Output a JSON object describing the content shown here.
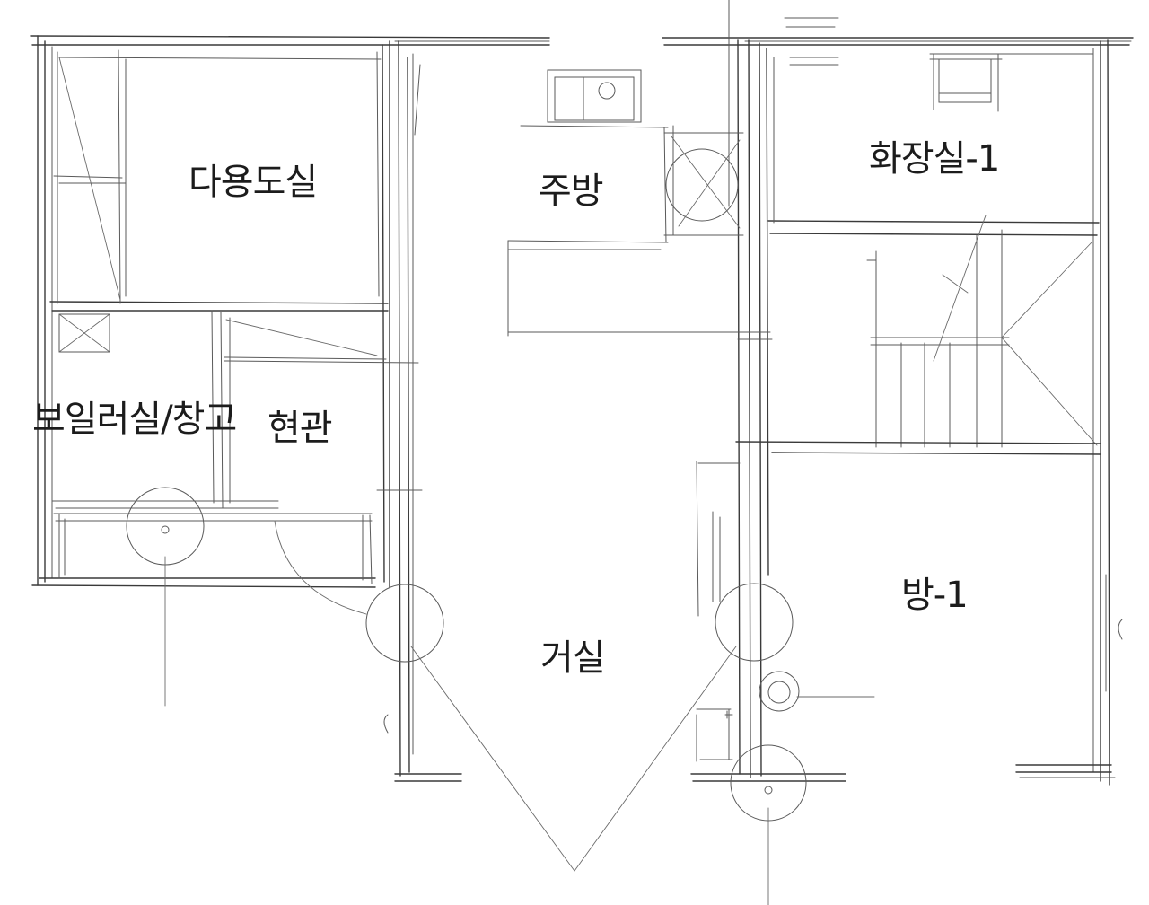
{
  "rooms": {
    "utility": "다용도실",
    "kitchen": "주방",
    "bathroom1": "화장실-1",
    "boiler_storage": "보일러실/창고",
    "entrance": "현관",
    "living": "거실",
    "room1": "방-1"
  }
}
